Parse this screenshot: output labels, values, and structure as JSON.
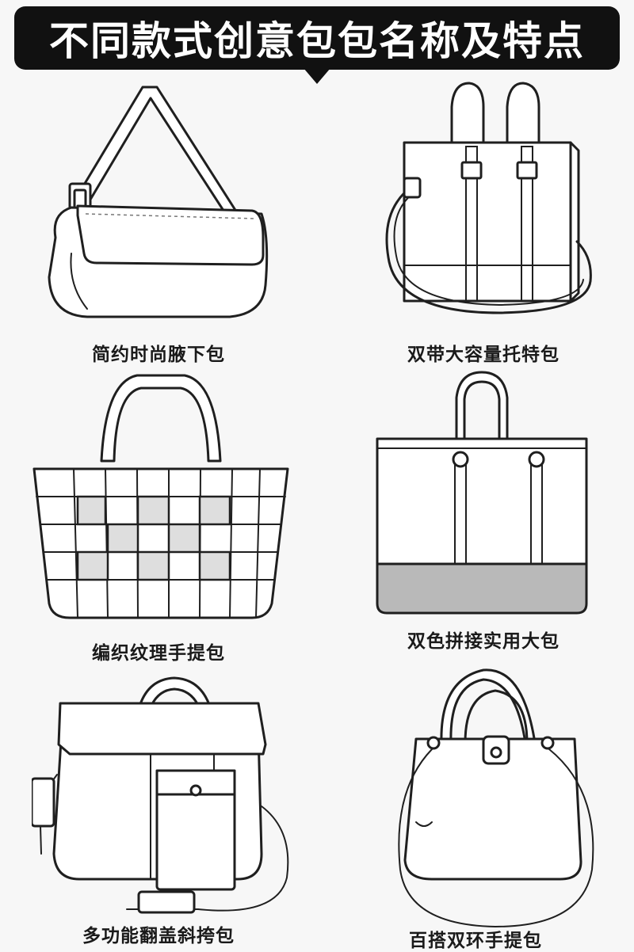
{
  "header": {
    "title": "不同款式创意包包名称及特点"
  },
  "bags": [
    {
      "name": "简约时尚腋下包",
      "icon": "shoulder-bag-icon"
    },
    {
      "name": "双带大容量托特包",
      "icon": "tote-bag-icon"
    },
    {
      "name": "编织纹理手提包",
      "icon": "woven-handbag-icon"
    },
    {
      "name": "双色拼接实用大包",
      "icon": "two-tone-tote-icon"
    },
    {
      "name": "多功能翻盖斜挎包",
      "icon": "flap-messenger-bag-icon"
    },
    {
      "name": "百搭双环手提包",
      "icon": "double-ring-handbag-icon"
    }
  ],
  "colors": {
    "banner_bg": "#111111",
    "banner_text": "#ffffff",
    "page_bg": "#f7f7f7",
    "accent_gray": "#b9b9b9"
  }
}
